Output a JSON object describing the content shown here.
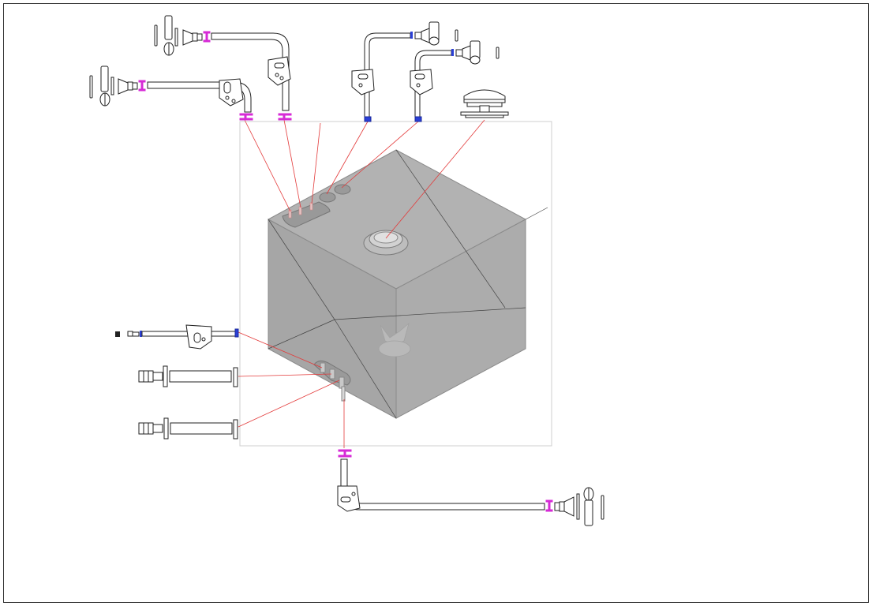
{
  "colors": {
    "background": "#ffffff",
    "border": "#333333",
    "tank_fill": "#a9a9a9",
    "tank_edge": "#8a8a8a",
    "leader_line": "#e33b3b",
    "clamp_magenta": "#d62ad6",
    "clamp_blue": "#2a3fd6",
    "part_stroke": "#222222"
  },
  "icons": [
    "fuel-tank",
    "tank-emblem",
    "filler-cap",
    "fuel-hose",
    "hose-bracket",
    "hose-clamp",
    "hose-fitting",
    "drain-pipe"
  ]
}
